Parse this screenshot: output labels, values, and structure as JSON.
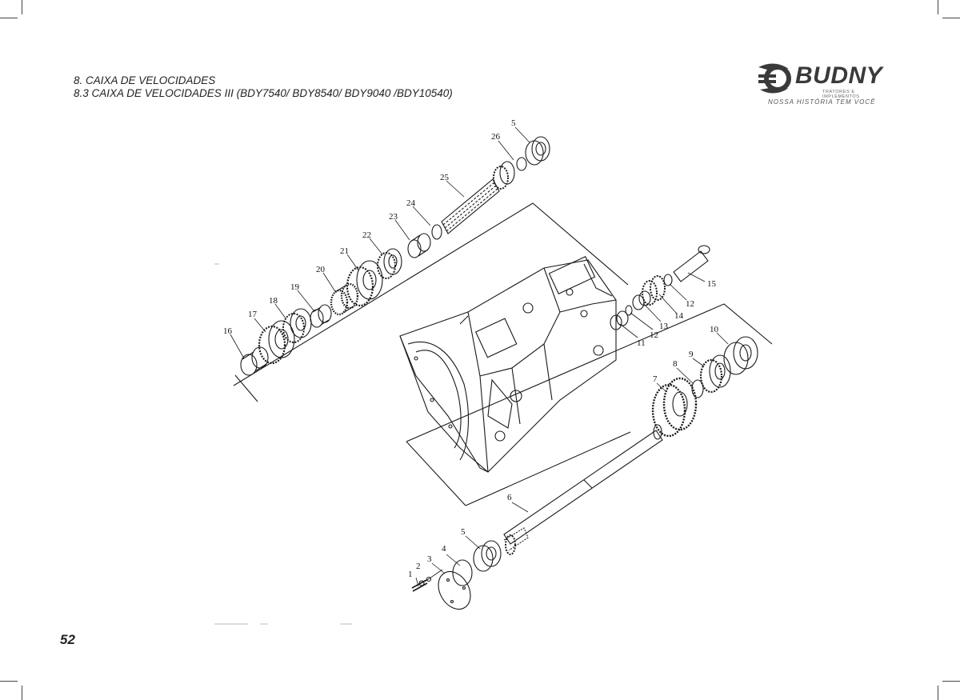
{
  "header": {
    "line1": "8. CAIXA DE VELOCIDADES",
    "line2": "8.3 CAIXA DE VELOCIDADES  III  (BDY7540/ BDY8540/ BDY9040 /BDY10540)"
  },
  "logo": {
    "name": "BUDNY",
    "subtitle": "TRATORES E IMPLEMENTOS",
    "tagline": "NOSSA HISTÓRIA TEM VOCÊ"
  },
  "page_number": "52",
  "diagram": {
    "labels": [
      "1",
      "2",
      "3",
      "4",
      "5",
      "5",
      "6",
      "7",
      "8",
      "9",
      "10",
      "11",
      "12",
      "12",
      "13",
      "14",
      "15",
      "16",
      "17",
      "18",
      "19",
      "20",
      "21",
      "22",
      "23",
      "24",
      "25",
      "26"
    ]
  },
  "colors": {
    "line": "#1a1a1a",
    "text": "#222222",
    "logo": "#3a3a3a"
  }
}
